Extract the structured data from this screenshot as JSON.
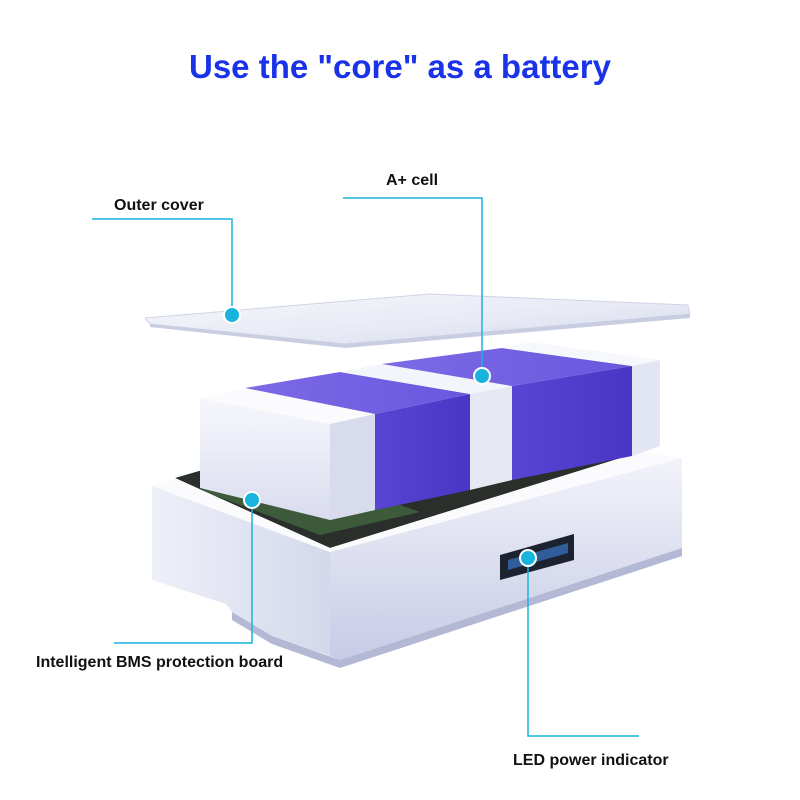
{
  "title": "Use the \"core\" as a battery",
  "callouts": {
    "outer_cover": "Outer cover",
    "cell": "A+ cell",
    "bms": "Intelligent BMS protection board",
    "led": "LED power indicator"
  },
  "colors": {
    "title": "#1a33e8",
    "callout_line": "#19b4dc",
    "callout_dot": "#19b4dc",
    "cell_purple": "#5a46d2",
    "housing": "#e8eaf6"
  }
}
